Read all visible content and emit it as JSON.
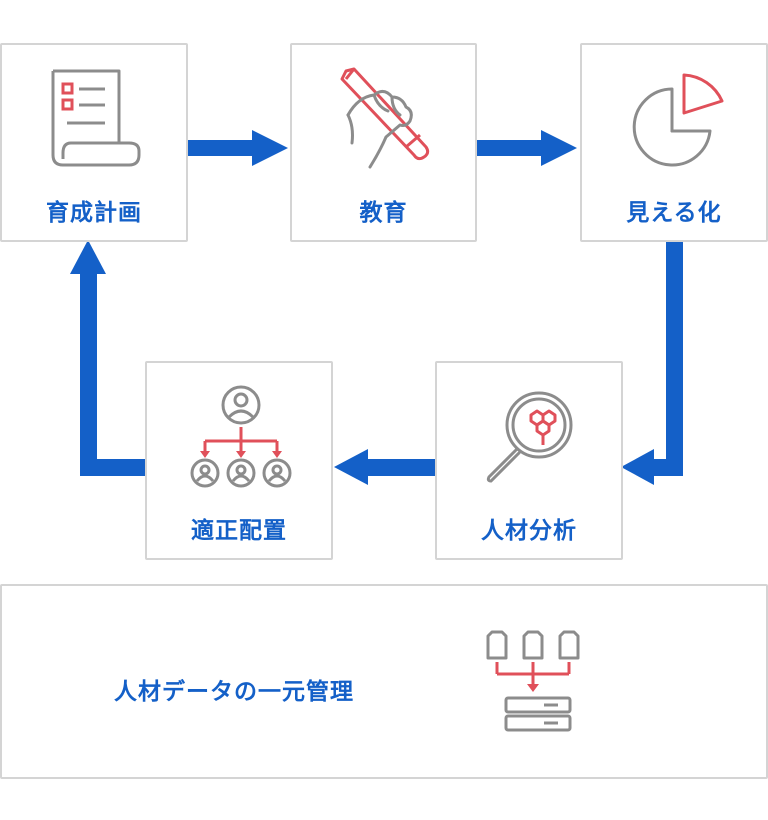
{
  "steps": [
    {
      "label": "育成計画",
      "icon": "document-icon"
    },
    {
      "label": "教育",
      "icon": "pen-hand-icon"
    },
    {
      "label": "見える化",
      "icon": "pie-chart-icon"
    },
    {
      "label": "人材分析",
      "icon": "magnifier-icon"
    },
    {
      "label": "適正配置",
      "icon": "org-chart-icon"
    }
  ],
  "footer": {
    "label": "人材データの一元管理",
    "icon": "database-icon"
  },
  "colors": {
    "accent": "#1460c8",
    "icon_gray": "#8c8c8c",
    "icon_red": "#e0505a",
    "border": "#d4d4d4"
  }
}
